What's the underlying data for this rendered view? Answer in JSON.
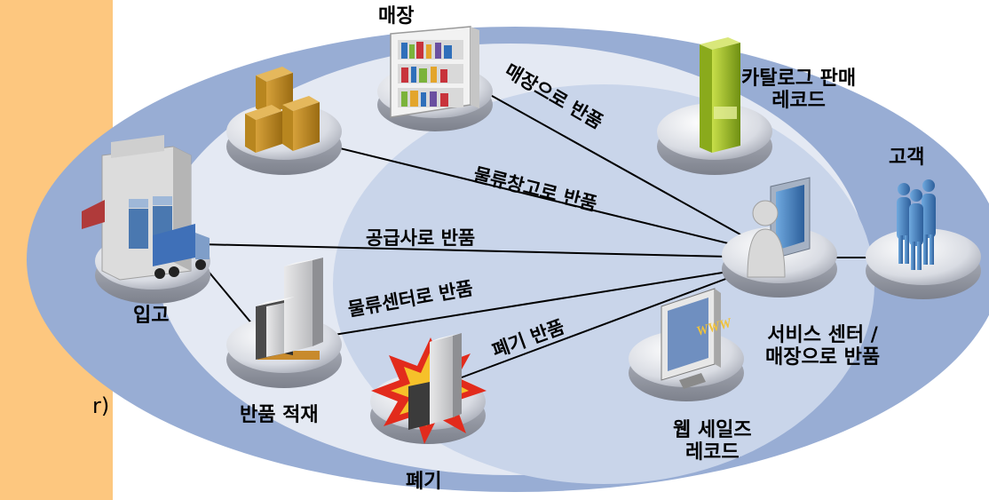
{
  "left_panel": {
    "fragment_dot": ".",
    "fragment_paren": "r)"
  },
  "nodes": {
    "store": "매장",
    "catalog": [
      "카탈로그 판매",
      "레코드"
    ],
    "customer": "고객",
    "receiving": "입고",
    "service": [
      "서비스 센터 /",
      "매장으로 반품"
    ],
    "returns_storage": "반품 적재",
    "web": [
      "웹 세일즈",
      "레코드"
    ],
    "disposal": "폐기"
  },
  "edges": {
    "to_store": "매장으로 반품",
    "to_warehouse": "물류창고로 반품",
    "to_supplier": "공급사로 반품",
    "to_dc": "물류센터로 반품",
    "to_disposal": "폐기 반품"
  },
  "icon_text": {
    "www": "WWW"
  }
}
